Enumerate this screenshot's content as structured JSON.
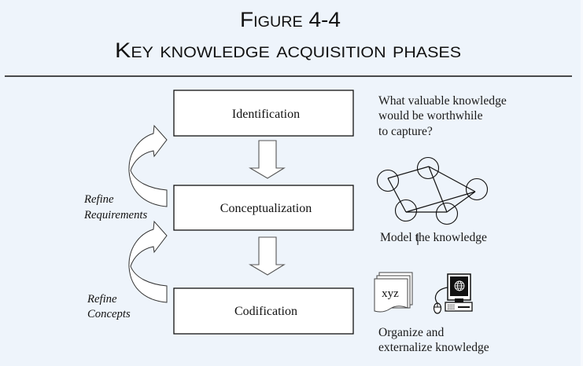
{
  "figure": {
    "number_label": "Figure 4-4",
    "title": "Key knowledge acquisition phases"
  },
  "phases": [
    {
      "label": "Identification",
      "description_lines": [
        "What valuable knowledge",
        "would be worthwhile",
        "to capture?"
      ]
    },
    {
      "label": "Conceptualization",
      "description_lines": [
        "Model the knowledge"
      ]
    },
    {
      "label": "Codification",
      "description_lines": [
        "Organize and",
        "externalize knowledge"
      ]
    }
  ],
  "flow_arrows": [
    {
      "from": "Identification",
      "to": "Conceptualization"
    },
    {
      "from": "Conceptualization",
      "to": "Codification"
    }
  ],
  "feedback_loops": [
    {
      "label_lines": [
        "Refine",
        "Requirements"
      ],
      "from": "Conceptualization",
      "to": "Identification"
    },
    {
      "label_lines": [
        "Refine",
        "Concepts"
      ],
      "from": "Codification",
      "to": "Conceptualization"
    }
  ],
  "illustrations": {
    "conceptualization": {
      "icon": "network-graph-icon",
      "node_count": 5,
      "edge_count": 7
    },
    "codification": [
      {
        "icon": "document-stack-icon",
        "text": "xyz"
      },
      {
        "icon": "computer-icon"
      }
    ]
  },
  "colors": {
    "background": "#EEF4FB",
    "box_fill": "#FFFFFF",
    "line": "#111111",
    "arrow_outline": "#555555"
  }
}
